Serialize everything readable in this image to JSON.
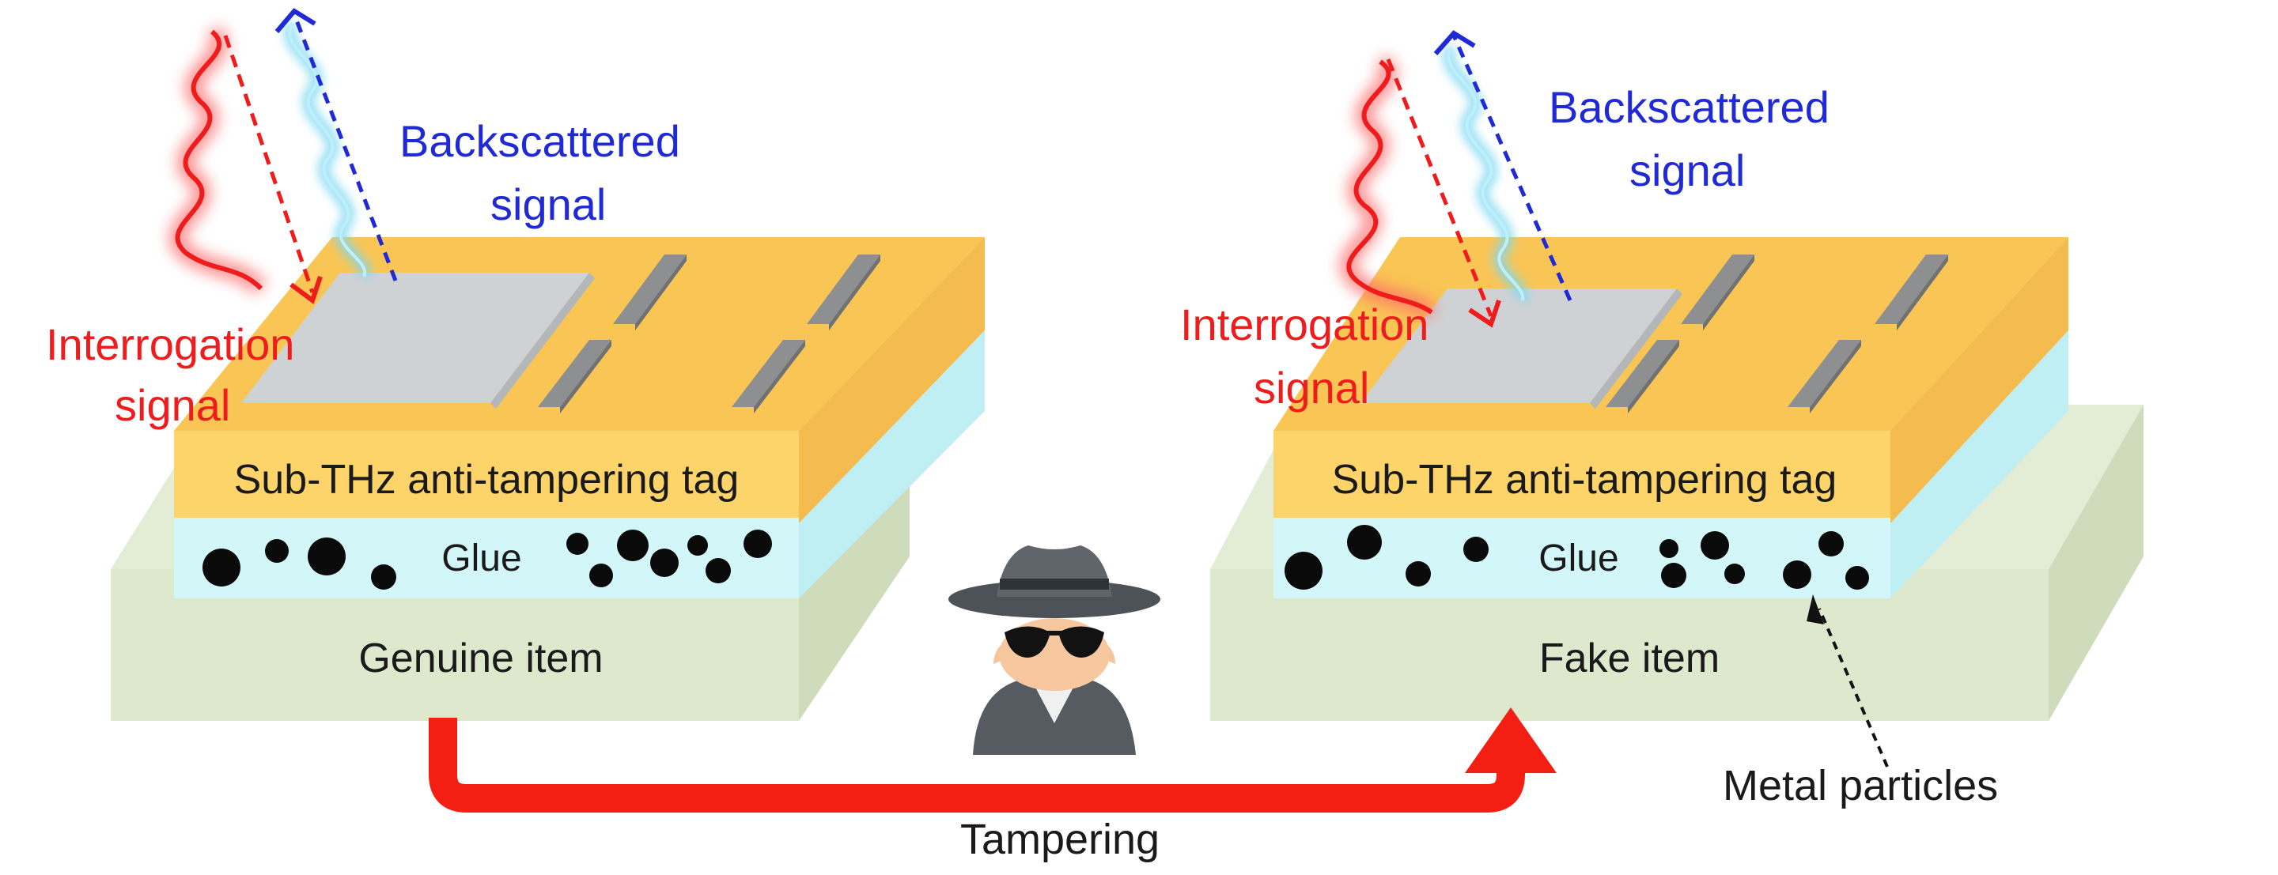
{
  "left_panel": {
    "interrogation_label": [
      "Interrogation",
      "signal"
    ],
    "backscatter_label": [
      "Backscattered",
      "signal"
    ],
    "tag_label": "Sub-THz anti-tampering tag",
    "glue_label": "Glue",
    "item_label": "Genuine item"
  },
  "right_panel": {
    "interrogation_label": [
      "Interrogation",
      "signal"
    ],
    "backscatter_label": [
      "Backscattered",
      "signal"
    ],
    "tag_label": "Sub-THz anti-tampering tag",
    "glue_label": "Glue",
    "item_label": "Fake item",
    "particles_label": "Metal particles"
  },
  "process": {
    "tampering_label": "Tampering",
    "attacker_icon": "spy-icon"
  },
  "colors": {
    "tag": "#fdd46a",
    "tag_top": "#f9c555",
    "glue": "#d3f6f9",
    "item": "#dde8cd",
    "pad": "#cfd2d4",
    "strip": "#8d8f91",
    "interrogation": "#ee1c1c",
    "backscatter": "#1f2ad6",
    "tampering_arrow": "#f41e12"
  }
}
